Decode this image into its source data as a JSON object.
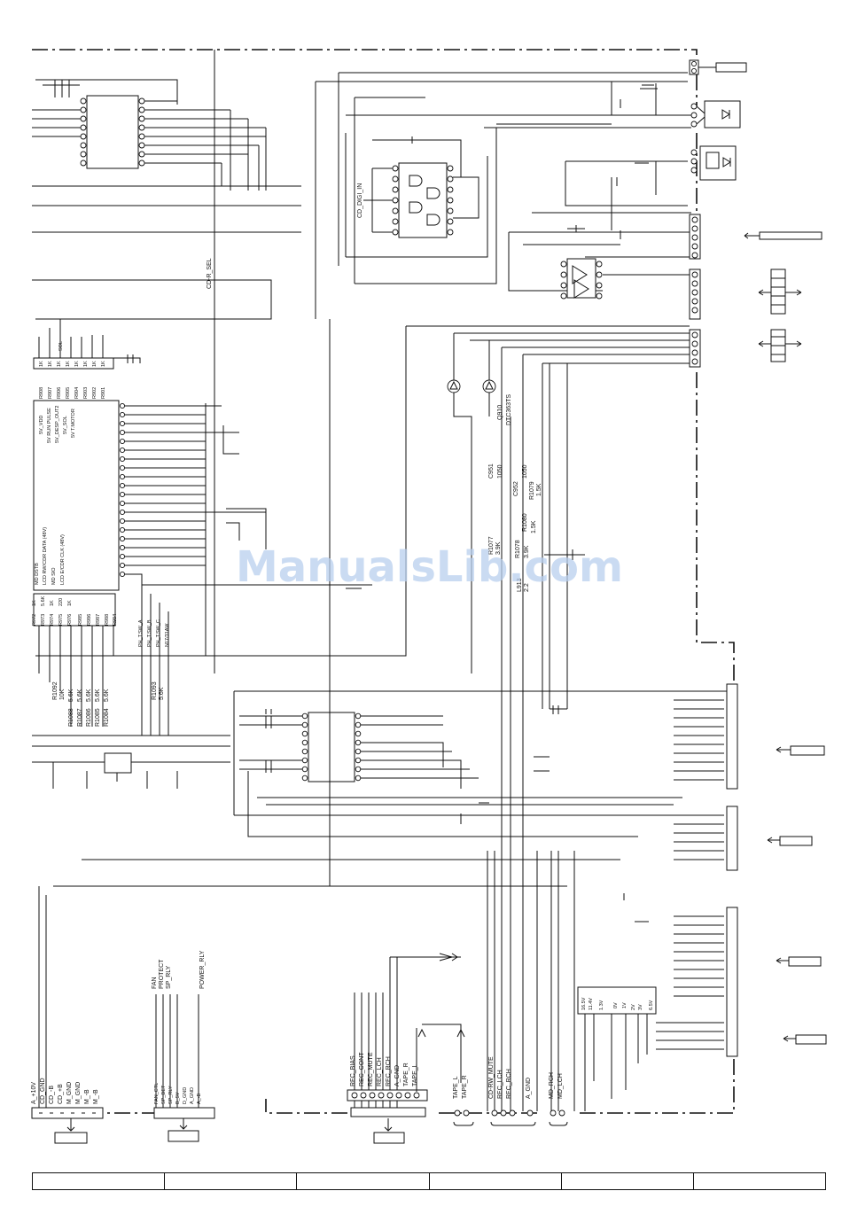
{
  "watermark": "ManualsLib.com",
  "labels": {
    "cd_digi_in": "CD_DIGI_IN",
    "cd_r_sel": "CD-R_SEL",
    "sol": "SOL",
    "r_run": [
      "R908",
      "R907",
      "R906",
      "R905",
      "R904",
      "R903",
      "R902",
      "R901"
    ],
    "r_run_vals": [
      "1K",
      "1K",
      "1K",
      "1K",
      "1K",
      "1K",
      "1K",
      "1K"
    ],
    "ic_left_top": [
      "5V_VDD",
      "5V RUN PULSE",
      "5V_DESP_OUT2",
      "5V_SOL",
      "5V T.MOTOR"
    ],
    "ic_left_bottom": [
      "LCD RW/CDR DATA (48V)",
      "LCD E/CDR CLK (48V)",
      "MD SIO",
      "MD DSTB"
    ],
    "r_lower": [
      "R972",
      "R973",
      "R974",
      "R975",
      "R976"
    ],
    "r_lower_vals": [
      "1K",
      "5.6K",
      "1K",
      "220",
      "1K"
    ],
    "r_right_lower": [
      "R985",
      "R986",
      "R987",
      "R988",
      "R984"
    ],
    "ph_labels": [
      "PH_T.SW_A",
      "PH_T.SW_B",
      "PH_T.SW_C",
      "N17/31AW"
    ],
    "r1092": "R1092",
    "r1092_val": "10K",
    "r1093": "R1093",
    "r1093_val": "5.6K",
    "r_col": [
      "R1088",
      "R1087",
      "R1086",
      "R1085",
      "R1084"
    ],
    "r_col_vals": [
      "5.6K",
      "5.6K",
      "5.6K",
      "5.6K",
      "5.6K"
    ],
    "mid_labels": {
      "q910": "Q910",
      "q910_part": "DTC363TS",
      "c951": "C951",
      "c951_val": "1050",
      "c952": "C952",
      "c952_val": "1050",
      "r1079": "R1079",
      "r1079_val": "1.5K",
      "r1080": "R1080",
      "r1080_val": "1.5K",
      "r1077": "R1077",
      "r1077_val": "3.9K",
      "r1078": "R1078",
      "r1078_val": "3.9K",
      "l913": "L913",
      "l913_val": "2.2"
    },
    "conn_left": [
      "A_+10V",
      "CD_GND",
      "CD_-B",
      "CD_+B",
      "M_GND",
      "M_GND",
      "M_-B",
      "M_-B"
    ],
    "conn_mid_upper": [
      "FAN",
      "PROTECT",
      "SP_RLY",
      "POWER_RLY"
    ],
    "conn_mid": [
      "FAN_CTL",
      "SP_DET",
      "SP_RLY",
      "B_5V",
      "D_GND",
      "A_GND",
      "A_-B"
    ],
    "conn_rec": [
      "REC_BIAS",
      "REC_CONT",
      "REC_MUTE",
      "REC_LCH",
      "REC_RCH",
      "A_GND",
      "TAPE_R",
      "TAPE_L"
    ],
    "conn_tape": [
      "TAPE_L",
      "TAPE_R"
    ],
    "conn_cdrw": [
      "CD-RW_MUTE",
      "REC_LCH",
      "REC_RCH",
      "A_GND"
    ],
    "conn_md": [
      "MD_RCH",
      "MD_LCH"
    ],
    "volt_labels": [
      "16.5V",
      "11.4V",
      "1.3V",
      "0V",
      "1V",
      "2V",
      "3V",
      "6.5V"
    ]
  }
}
